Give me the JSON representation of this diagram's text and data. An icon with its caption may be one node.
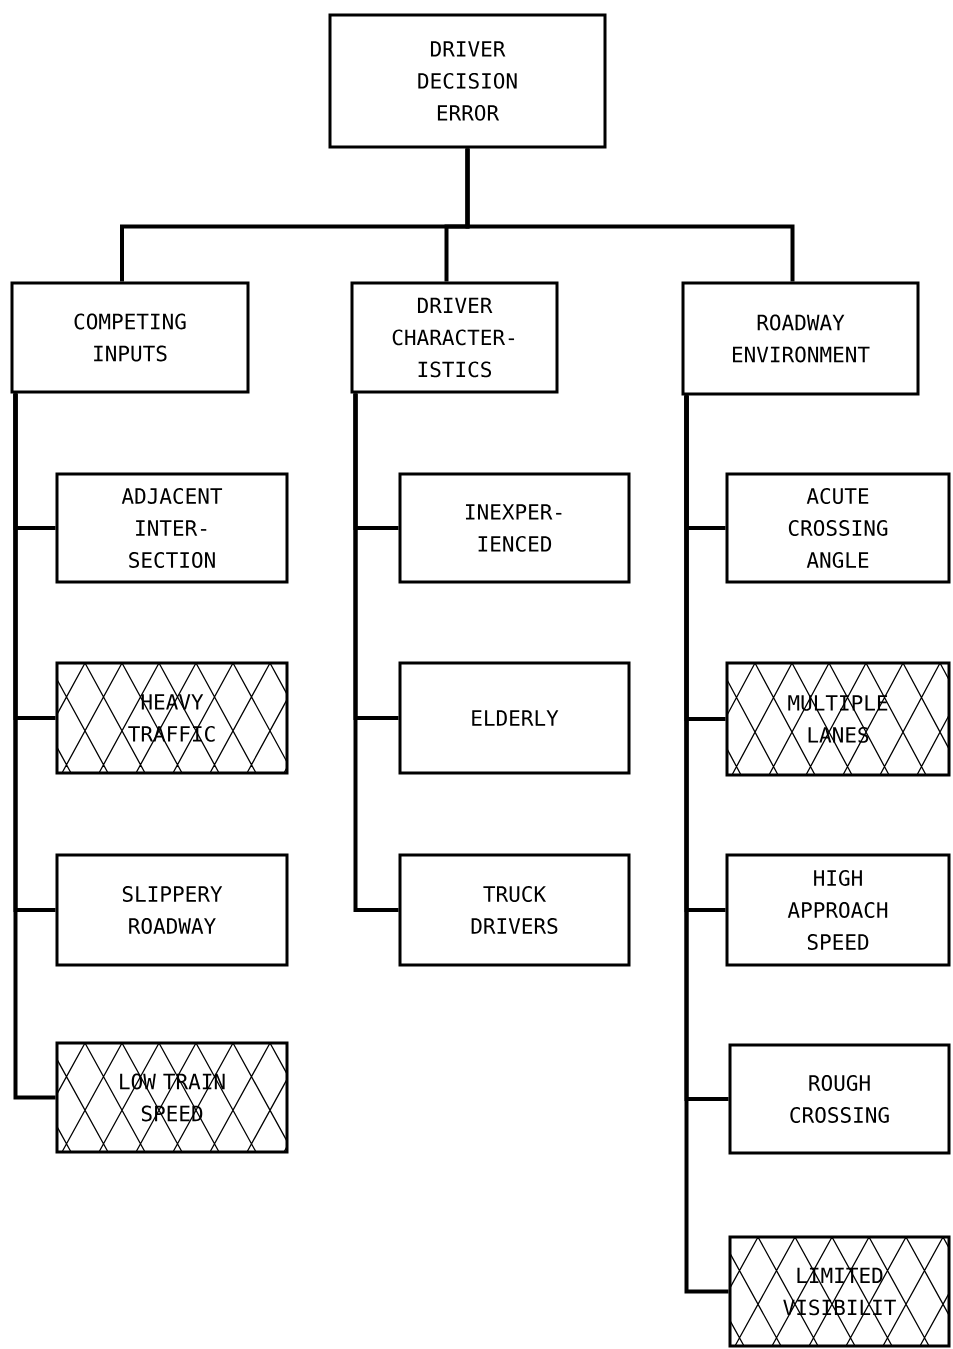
{
  "diagram": {
    "nodes": [
      {
        "text": [
          "DRIVER DECISION ERROR"
        ]
      },
      {
        "text": [
          "COMPETING INPUTS"
        ]
      },
      {
        "text": [
          "DRIVER CHARACTER- ISTICS"
        ]
      },
      {
        "text": [
          "ROADWAY ENVIRONMENT"
        ]
      },
      {
        "text": [
          "ADJACENT INTER- SECTION"
        ]
      },
      {
        "text": [
          "HEAVY TRAFFIC"
        ]
      },
      {
        "text": [
          "SLIPPERY ROADWAY"
        ]
      },
      {
        "text": [
          "LOW TRAIN SPEED"
        ]
      },
      {
        "text": [
          "INEXPER- IENCED"
        ]
      },
      {
        "text": [
          "ELDERLY"
        ]
      },
      {
        "text": [
          "TRUCK DRIVERS"
        ]
      },
      {
        "text": [
          "ACUTE CROSSING ANGLE"
        ]
      },
      {
        "text": [
          "MULTIPLE LANES"
        ]
      },
      {
        "text": [
          "HIGH APPROACH SPEED"
        ]
      },
      {
        "text": [
          "ROUGH CROSSING"
        ]
      },
      {
        "text": [
          "LIMITED VISIBILIT"
        ]
      }
    ],
    "edges": [
      {
        "from": 0,
        "to": 1,
        "arrow": "none"
      },
      {
        "from": 0,
        "to": 2,
        "arrow": "none"
      },
      {
        "from": 0,
        "to": 3,
        "arrow": "none"
      },
      {
        "from": 1,
        "to": 4,
        "arrow": "none"
      },
      {
        "from": 1,
        "to": 5,
        "arrow": "none"
      },
      {
        "from": 1,
        "to": 6,
        "arrow": "none"
      },
      {
        "from": 1,
        "to": 7,
        "arrow": "none"
      },
      {
        "from": 2,
        "to": 8,
        "arrow": "none"
      },
      {
        "from": 2,
        "to": 9,
        "arrow": "none"
      },
      {
        "from": 2,
        "to": 10,
        "arrow": "none"
      },
      {
        "from": 3,
        "to": 11,
        "arrow": "none"
      },
      {
        "from": 3,
        "to": 12,
        "arrow": "none"
      },
      {
        "from": 3,
        "to": 13,
        "arrow": "none"
      },
      {
        "from": 3,
        "to": 14,
        "arrow": "none"
      },
      {
        "from": 3,
        "to": 15,
        "arrow": "none"
      }
    ]
  }
}
